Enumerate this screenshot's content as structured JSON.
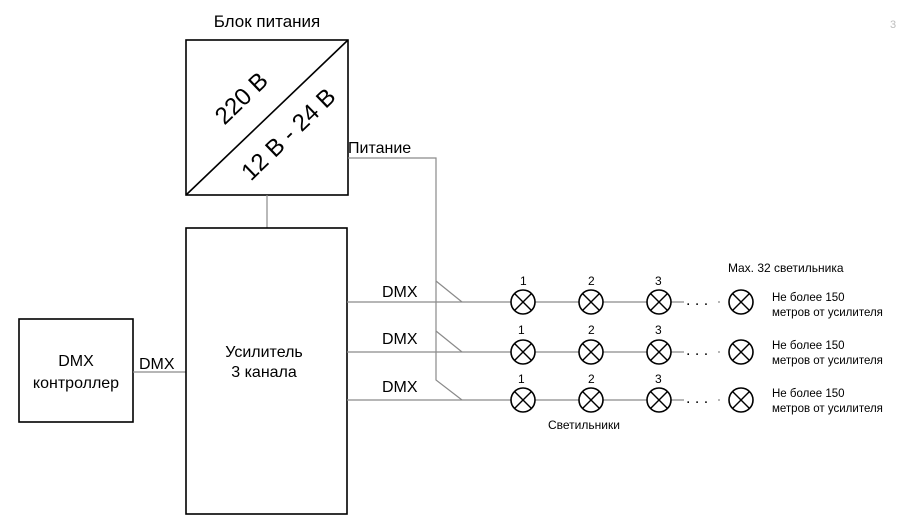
{
  "page_marker": "3",
  "power_supply": {
    "title": "Блок питания",
    "input": "220 В",
    "output": "12 В - 24 В"
  },
  "power_label": "Питание",
  "controller": {
    "line1": "DMX",
    "line2": "контроллер"
  },
  "controller_link_label": "DMX",
  "amplifier": {
    "line1": "Усилитель",
    "line2": "3 канала"
  },
  "channels": [
    {
      "label": "DMX",
      "lamp_numbers": [
        "1",
        "2",
        "3"
      ],
      "dots": ". . .",
      "note_line1": "Не более 150",
      "note_line2": "метров от усилителя"
    },
    {
      "label": "DMX",
      "lamp_numbers": [
        "1",
        "2",
        "3"
      ],
      "dots": ". . .",
      "note_line1": "Не более 150",
      "note_line2": "метров от усилителя"
    },
    {
      "label": "DMX",
      "lamp_numbers": [
        "1",
        "2",
        "3"
      ],
      "dots": ". . .",
      "note_line1": "Не более 150",
      "note_line2": "метров от усилителя"
    }
  ],
  "max_label": "Max. 32 светильника",
  "lamps_label": "Светильники"
}
